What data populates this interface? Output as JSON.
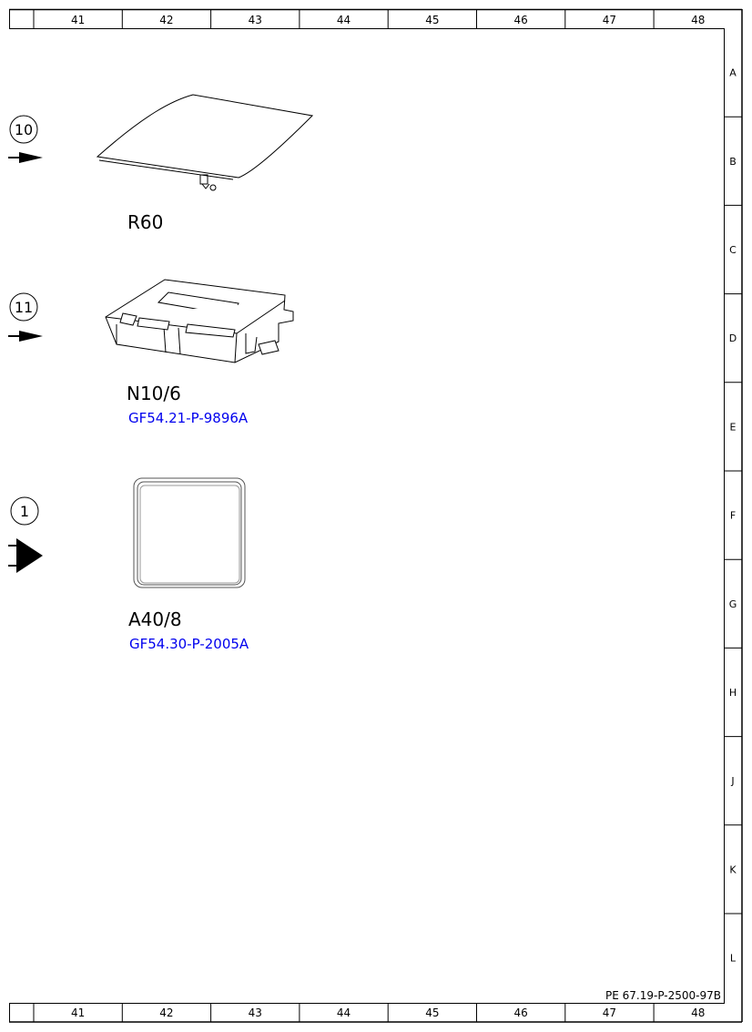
{
  "columns": [
    "41",
    "42",
    "43",
    "44",
    "45",
    "46",
    "47",
    "48"
  ],
  "rows": [
    "A",
    "B",
    "C",
    "D",
    "E",
    "F",
    "G",
    "H",
    "J",
    "K",
    "L"
  ],
  "components": [
    {
      "callout": "10",
      "label": "R60",
      "link": ""
    },
    {
      "callout": "11",
      "label": "N10/6",
      "link": "GF54.21-P-9896A"
    },
    {
      "callout": "1",
      "label": "A40/8",
      "link": "GF54.30-P-2005A"
    }
  ],
  "document_id": "PE 67.19-P-2500-97B"
}
